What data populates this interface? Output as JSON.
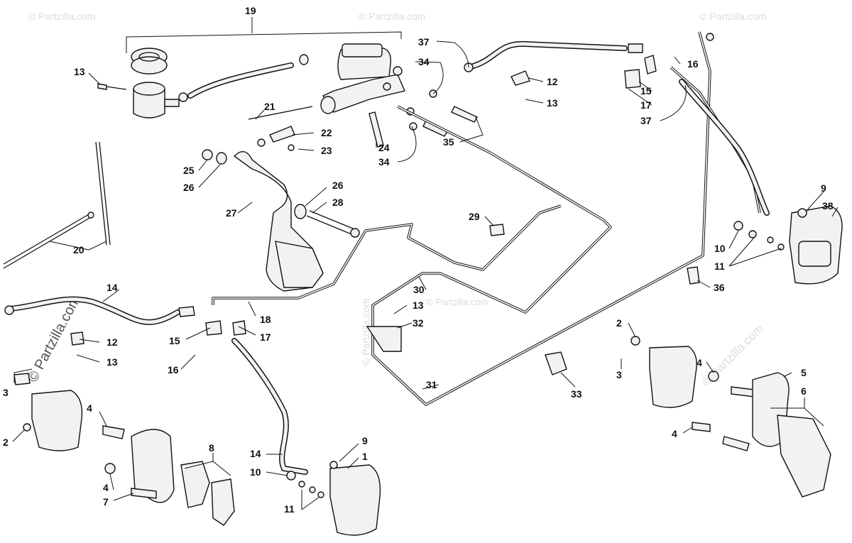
{
  "watermark": {
    "text": "© Partzilla.com",
    "color": "#d6d6d6"
  },
  "colors": {
    "ink": "#111111",
    "part_fill": "#f2f2f2",
    "background": "#ffffff"
  },
  "callouts": [
    {
      "id": "c19a",
      "text": "19"
    },
    {
      "id": "c13a",
      "text": "13"
    },
    {
      "id": "c21",
      "text": "21"
    },
    {
      "id": "c22",
      "text": "22"
    },
    {
      "id": "c23",
      "text": "23"
    },
    {
      "id": "c24",
      "text": "24"
    },
    {
      "id": "c34a",
      "text": "34"
    },
    {
      "id": "c34b",
      "text": "34"
    },
    {
      "id": "c35",
      "text": "35"
    },
    {
      "id": "c37a",
      "text": "37"
    },
    {
      "id": "c37b",
      "text": "37"
    },
    {
      "id": "c12a",
      "text": "12"
    },
    {
      "id": "c13b",
      "text": "13"
    },
    {
      "id": "c16a",
      "text": "16"
    },
    {
      "id": "c15a",
      "text": "15"
    },
    {
      "id": "c17a",
      "text": "17"
    },
    {
      "id": "c25",
      "text": "25"
    },
    {
      "id": "c26a",
      "text": "26"
    },
    {
      "id": "c26b",
      "text": "26"
    },
    {
      "id": "c28",
      "text": "28"
    },
    {
      "id": "c27",
      "text": "27"
    },
    {
      "id": "c20",
      "text": "20"
    },
    {
      "id": "c29",
      "text": "29"
    },
    {
      "id": "c9a",
      "text": "9"
    },
    {
      "id": "c38",
      "text": "38"
    },
    {
      "id": "c10a",
      "text": "10"
    },
    {
      "id": "c11a",
      "text": "11"
    },
    {
      "id": "c36",
      "text": "36"
    },
    {
      "id": "c14a",
      "text": "14"
    },
    {
      "id": "c12b",
      "text": "12"
    },
    {
      "id": "c13c",
      "text": "13"
    },
    {
      "id": "c18",
      "text": "18"
    },
    {
      "id": "c15b",
      "text": "15"
    },
    {
      "id": "c17b",
      "text": "17"
    },
    {
      "id": "c16b",
      "text": "16"
    },
    {
      "id": "c30",
      "text": "30"
    },
    {
      "id": "c13d",
      "text": "13"
    },
    {
      "id": "c32",
      "text": "32"
    },
    {
      "id": "c31",
      "text": "31"
    },
    {
      "id": "c33",
      "text": "33"
    },
    {
      "id": "c2a",
      "text": "2"
    },
    {
      "id": "c3a",
      "text": "3"
    },
    {
      "id": "c4a",
      "text": "4"
    },
    {
      "id": "c5",
      "text": "5"
    },
    {
      "id": "c6",
      "text": "6"
    },
    {
      "id": "c4b",
      "text": "4"
    },
    {
      "id": "c3b",
      "text": "3"
    },
    {
      "id": "c2b",
      "text": "2"
    },
    {
      "id": "c4c",
      "text": "4"
    },
    {
      "id": "c4d",
      "text": "4"
    },
    {
      "id": "c7",
      "text": "7"
    },
    {
      "id": "c8",
      "text": "8"
    },
    {
      "id": "c14b",
      "text": "14"
    },
    {
      "id": "c9b",
      "text": "9"
    },
    {
      "id": "c1",
      "text": "1"
    },
    {
      "id": "c10b",
      "text": "10"
    },
    {
      "id": "c11b",
      "text": "11"
    }
  ]
}
